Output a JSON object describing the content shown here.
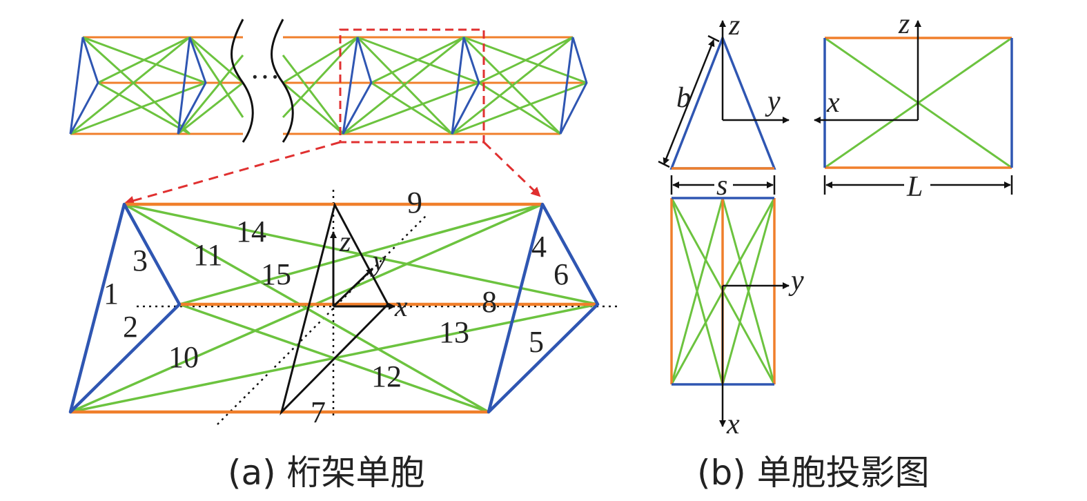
{
  "colors": {
    "longitudinal_member": "#f07f2b",
    "diagonal_member": "#6cc33f",
    "transverse_member": "#2f56b2",
    "axis": "#111111",
    "highlight_box": "#e03030"
  },
  "panel_a": {
    "ellipsis": "···",
    "member_numbers": [
      "1",
      "2",
      "3",
      "4",
      "5",
      "6",
      "7",
      "8",
      "9",
      "10",
      "11",
      "12",
      "13",
      "14",
      "15"
    ],
    "axes": {
      "x": "x",
      "y": "y",
      "z": "z"
    },
    "caption": "(a) 桁架单胞"
  },
  "panel_b": {
    "side_view": {
      "dimension_b": "b",
      "dimension_s": "s",
      "axis_y": "y",
      "axis_z": "z"
    },
    "front_view": {
      "dimension_L": "L",
      "axis_x": "x",
      "axis_z": "z"
    },
    "top_view": {
      "axis_x": "x",
      "axis_y": "y"
    },
    "caption": "(b) 单胞投影图"
  }
}
